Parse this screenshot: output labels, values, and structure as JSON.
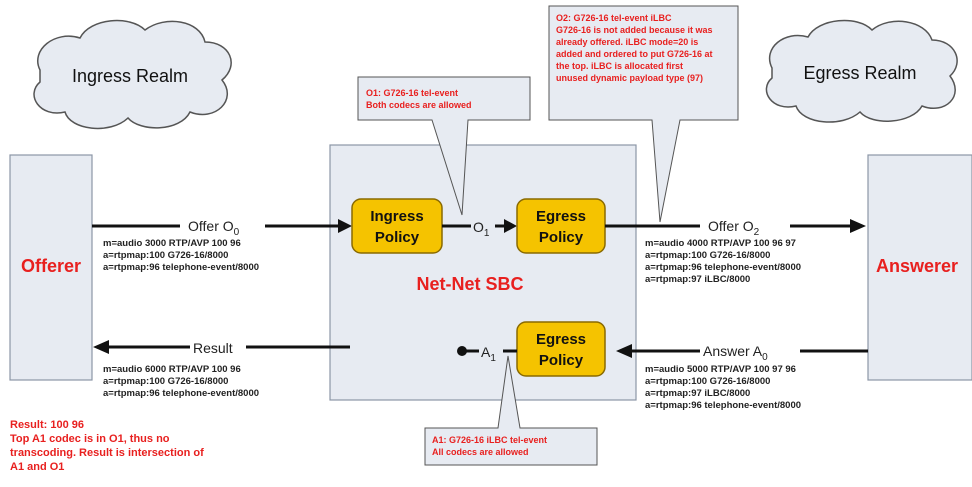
{
  "realms": {
    "ingress": "Ingress Realm",
    "egress": "Egress Realm"
  },
  "nodes": {
    "offerer": "Offerer",
    "answerer": "Answerer",
    "sbc": "Net-Net SBC",
    "ingress_policy": [
      "Ingress",
      "Policy"
    ],
    "egress_policy_top": [
      "Egress",
      "Policy"
    ],
    "egress_policy_bottom": [
      "Egress",
      "Policy"
    ]
  },
  "flows": {
    "offer_o0": {
      "label": "Offer O",
      "sub": "0"
    },
    "o1": {
      "label": "O",
      "sub": "1"
    },
    "offer_o2": {
      "label": "Offer O",
      "sub": "2"
    },
    "result": {
      "label": "Result"
    },
    "a1": {
      "label": "A",
      "sub": "1"
    },
    "answer_a0": {
      "label": "Answer A",
      "sub": "0"
    }
  },
  "sdp": {
    "offer_o0": [
      "m=audio 3000 RTP/AVP 100 96",
      "a=rtpmap:100 G726-16/8000",
      "a=rtpmap:96 telephone-event/8000"
    ],
    "offer_o2": [
      "m=audio 4000 RTP/AVP 100 96 97",
      "a=rtpmap:100 G726-16/8000",
      "a=rtpmap:96 telephone-event/8000",
      "a=rtpmap:97 iLBC/8000"
    ],
    "result": [
      "m=audio 6000 RTP/AVP 100 96",
      "a=rtpmap:100 G726-16/8000",
      "a=rtpmap:96 telephone-event/8000"
    ],
    "answer_a0": [
      "m=audio 5000 RTP/AVP 100 97 96",
      "a=rtpmap:100 G726-16/8000",
      "a=rtpmap:97 iLBC/8000",
      "a=rtpmap:96 telephone-event/8000"
    ]
  },
  "callouts": {
    "o1": [
      "O1: G726-16 tel-event",
      "Both codecs are allowed"
    ],
    "o2": [
      "O2: G726-16 tel-event iLBC",
      "G726-16 is not added because it was",
      "already offered. iLBC mode=20 is",
      "added and ordered to put G726-16 at",
      "the top. iLBC is allocated first",
      "unused dynamic payload type (97)"
    ],
    "a1": [
      "A1: G726-16 iLBC tel-event",
      "All codecs are allowed"
    ]
  },
  "result_note": [
    "Result: 100 96",
    "Top A1 codec is in O1, thus no",
    "transcoding. Result is intersection of",
    "A1 and O1"
  ],
  "colors": {
    "box_fill": "#e7ebf2",
    "box_stroke": "#8c96a6",
    "policy_fill": "#f5c300",
    "policy_stroke": "#8a6a00",
    "callout_fill": "#e7ebf2",
    "red_text": "#e8201f",
    "arrow": "#111111"
  }
}
